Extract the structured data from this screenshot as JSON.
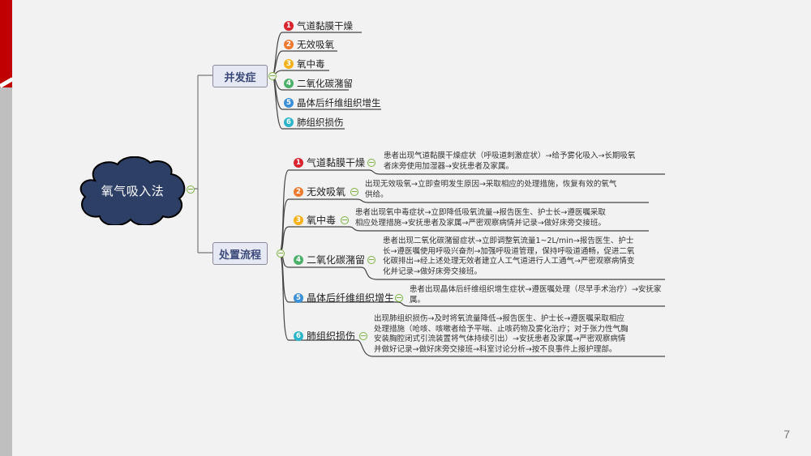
{
  "slide": {
    "page_number": "7",
    "accent_colors": {
      "red_bar": "#c00000",
      "gray_bar": "#bfbfbf",
      "root_fill": "#2e3f66",
      "branch_fill": "#e6e9f3",
      "branch_text": "#3b4a7a"
    }
  },
  "mindmap": {
    "root": {
      "label": "氧气吸入法",
      "shape": "cloud"
    },
    "branches": [
      {
        "label": "并发症",
        "items": [
          {
            "num": "1",
            "label": "气道黏膜干燥",
            "color": "#d9232e"
          },
          {
            "num": "2",
            "label": "无效吸氧",
            "color": "#ee7a30"
          },
          {
            "num": "3",
            "label": "氧中毒",
            "color": "#f5b21b"
          },
          {
            "num": "4",
            "label": "二氧化碳潴留",
            "color": "#4db06a"
          },
          {
            "num": "5",
            "label": "晶体后纤维组织增生",
            "color": "#3b8fd6"
          },
          {
            "num": "6",
            "label": "肺组织损伤",
            "color": "#2cb5c9"
          }
        ]
      },
      {
        "label": "处置流程",
        "items": [
          {
            "num": "1",
            "label": "气道黏膜干燥",
            "color": "#d9232e",
            "desc": [
              "患者出现气道黏膜干燥症状（呼吸道刺激症状）→给予雾化吸入→长期吸氧",
              "者床旁使用加湿器→安抚患者及家属。"
            ]
          },
          {
            "num": "2",
            "label": "无效吸氧",
            "color": "#ee7a30",
            "desc": [
              "出现无效吸氧→立即查明发生原因→采取相应的处理措施，恢复有效的氧气",
              "供给。"
            ]
          },
          {
            "num": "3",
            "label": "氧中毒",
            "color": "#f5b21b",
            "desc": [
              "患者出现氧中毒症状→立即降低吸氧流量→报告医生、护士长→遵医嘱采取",
              "相应处理措施→安抚患者及家属→严密观察病情并记录→做好床旁交接班。"
            ]
          },
          {
            "num": "4",
            "label": "二氧化碳潴留",
            "color": "#4db06a",
            "desc": [
              "患者出现二氧化碳潴留症状→立即调整氧流量1~2L/min→报告医生、护士",
              "长→遵医嘱使用呼吸兴奋剂→加强呼吸道管理，保持呼吸道通畅，促进二氧",
              "化碳排出→经上述处理无效者建立人工气道进行人工通气→严密观察病情变",
              "化并记录→做好床旁交接班。"
            ]
          },
          {
            "num": "5",
            "label": "晶体后纤维组织增生",
            "color": "#3b8fd6",
            "desc": [
              "患者出现晶体后纤维组织增生症状→遵医嘱处理（尽早手术治疗）→安抚家",
              "属。"
            ]
          },
          {
            "num": "6",
            "label": "肺组织损伤",
            "color": "#2cb5c9",
            "desc": [
              "出现肺组织损伤→及时将氧流量降低→报告医生、护士长→遵医嘱采取相应",
              "处理措施（呛咳、咳嗽者给予平喘、止咳药物及雾化治疗；对于张力性气胸",
              "安装胸腔闭式引流装置将气体持续引出）→安抚患者及家属→严密观察病情",
              "并做好记录→做好床旁交接班→科室讨论分析→按不良事件上报护理部。"
            ]
          }
        ]
      }
    ]
  }
}
